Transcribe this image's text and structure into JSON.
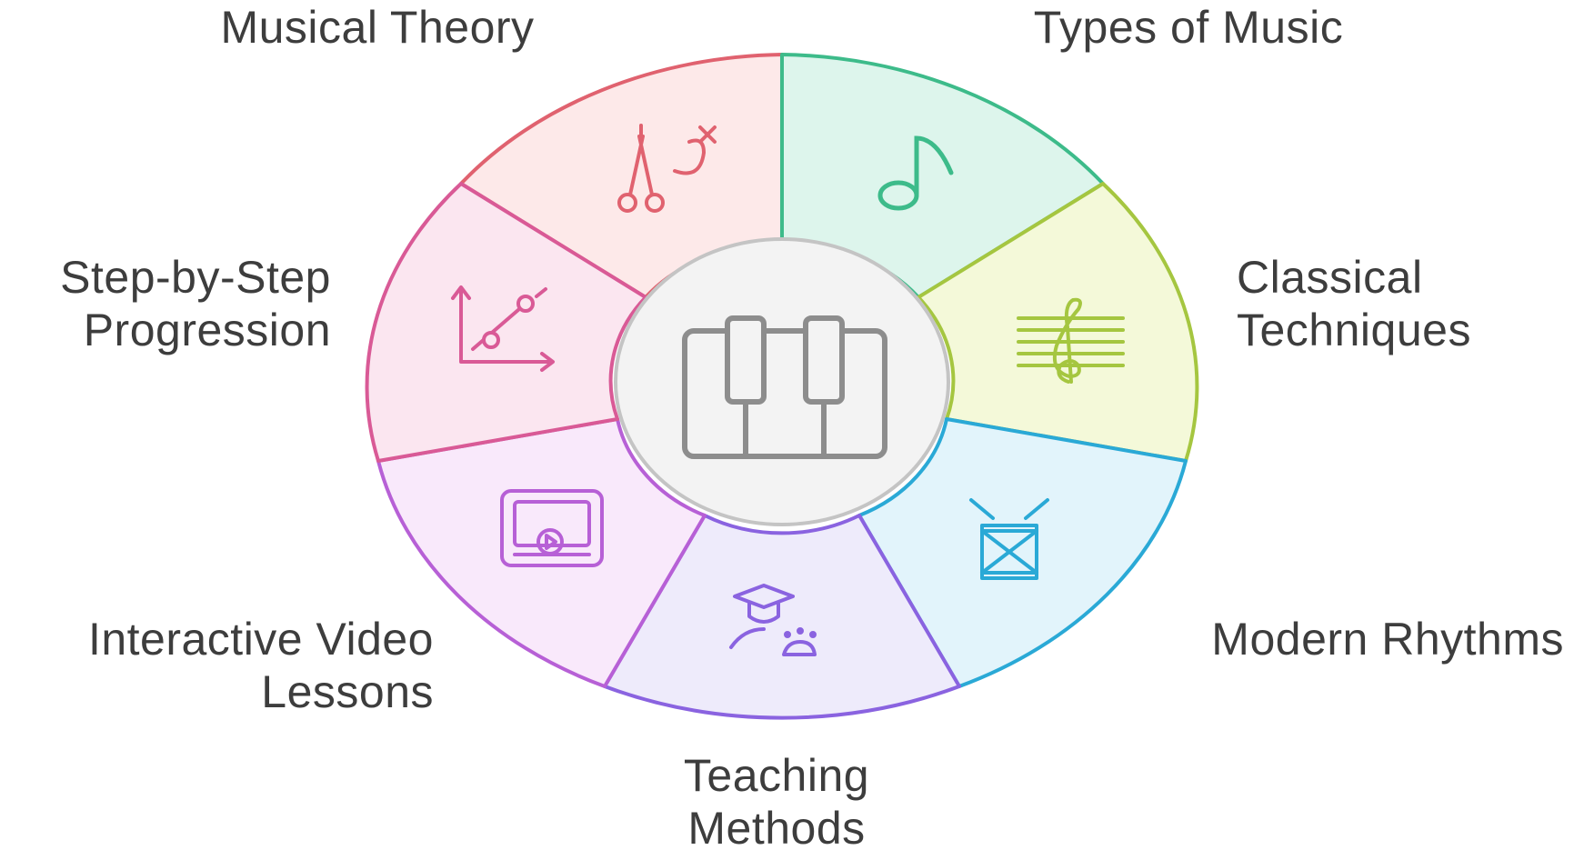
{
  "diagram": {
    "center_icon": "piano-keys-icon",
    "segments": [
      {
        "id": "musical-theory",
        "label_lines": [
          "Musical Theory"
        ],
        "icon": "scissors-notation-icon",
        "stroke": "#e0626f",
        "fill": "#fde9e9"
      },
      {
        "id": "types-of-music",
        "label_lines": [
          "Types of Music"
        ],
        "icon": "music-note-icon",
        "stroke": "#3dbb8a",
        "fill": "#ddf5ec"
      },
      {
        "id": "classical-techniques",
        "label_lines": [
          "Classical",
          "Techniques"
        ],
        "icon": "treble-clef-staff-icon",
        "stroke": "#a5c640",
        "fill": "#f4f9d9"
      },
      {
        "id": "modern-rhythms",
        "label_lines": [
          "Modern Rhythms"
        ],
        "icon": "drum-icon",
        "stroke": "#2aa9d6",
        "fill": "#e2f4fb"
      },
      {
        "id": "teaching-methods",
        "label_lines": [
          "Teaching",
          "Methods"
        ],
        "icon": "teacher-graduate-icon",
        "stroke": "#8a63e0",
        "fill": "#eeebfb"
      },
      {
        "id": "interactive-video-lessons",
        "label_lines": [
          "Interactive Video",
          "Lessons"
        ],
        "icon": "video-player-icon",
        "stroke": "#b760d6",
        "fill": "#f9e9fb"
      },
      {
        "id": "step-by-step-progression",
        "label_lines": [
          "Step-by-Step",
          "Progression"
        ],
        "icon": "progress-graph-icon",
        "stroke": "#d95a96",
        "fill": "#fbe6f0"
      }
    ]
  }
}
